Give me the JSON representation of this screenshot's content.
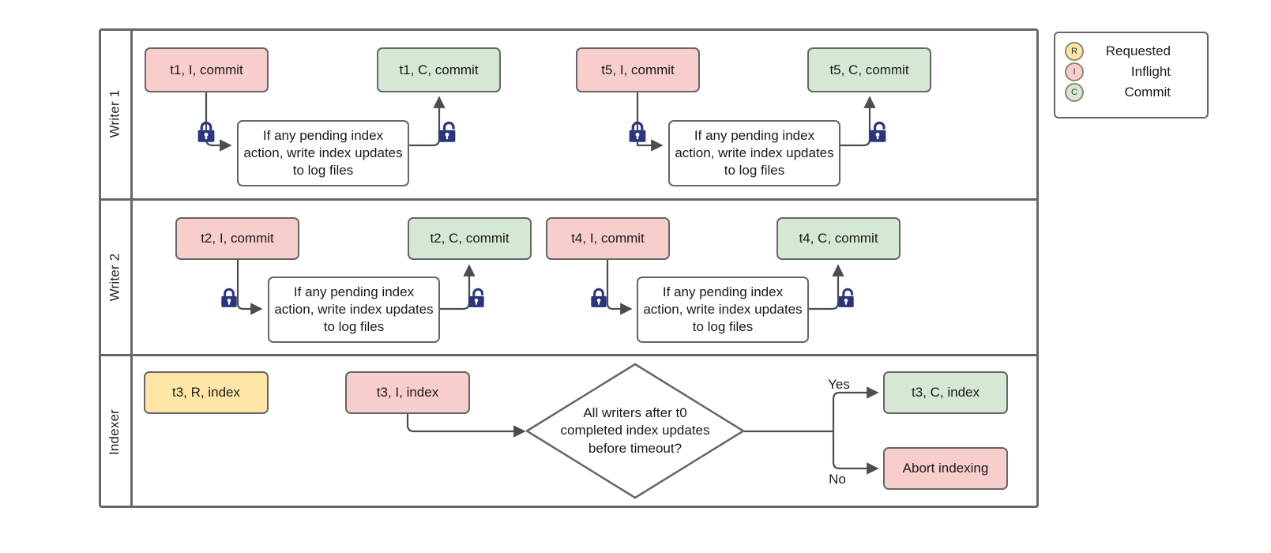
{
  "diagram": {
    "title": "Writer / Indexer swimlane flow",
    "colors": {
      "inflight": "#f8cecc",
      "commit": "#d5e8d4",
      "requested": "#ffe6a6",
      "stroke": "#666666",
      "edge": "#4d4d4d",
      "lock": "#2a3580",
      "background": "#ffffff"
    }
  },
  "lanes": [
    {
      "id": "writer1",
      "label": "Writer 1"
    },
    {
      "id": "writer2",
      "label": "Writer 2"
    },
    {
      "id": "indexer",
      "label": "Indexer"
    }
  ],
  "writer1": {
    "t1_inflight": "t1, I, commit",
    "t1_commit": "t1, C, commit",
    "t1_task": "If any pending index action, write index updates to log files",
    "t5_inflight": "t5, I, commit",
    "t5_commit": "t5, C, commit",
    "t5_task": "If any pending index action, write index updates to log files",
    "lock_closed_1": "lock-closed-icon",
    "lock_open_1": "lock-open-icon",
    "lock_closed_2": "lock-closed-icon",
    "lock_open_2": "lock-open-icon"
  },
  "writer2": {
    "t2_inflight": "t2, I, commit",
    "t2_commit": "t2, C, commit",
    "t2_task": "If any pending index action, write index updates to log files",
    "t4_inflight": "t4, I, commit",
    "t4_commit": "t4, C, commit",
    "t4_task": "If any pending index action, write index updates to log files",
    "lock_closed_1": "lock-closed-icon",
    "lock_open_1": "lock-open-icon",
    "lock_closed_2": "lock-closed-icon",
    "lock_open_2": "lock-open-icon"
  },
  "indexer": {
    "t3_requested": "t3, R, index",
    "t3_inflight": "t3, I, index",
    "decision": "All writers after t0 completed index updates before timeout?",
    "decision_line1": "All writers after t0",
    "decision_line2": "completed index updates",
    "decision_line3": "before timeout?",
    "yes_label": "Yes",
    "no_label": "No",
    "t3_commit": "t3, C, index",
    "abort": "Abort indexing"
  },
  "legend": {
    "items": [
      {
        "badge": "R",
        "label": "Requested",
        "color": "#ffe6a6"
      },
      {
        "badge": "I",
        "label": "Inflight",
        "color": "#f8cecc"
      },
      {
        "badge": "C",
        "label": "Commit",
        "color": "#d5e8d4"
      }
    ]
  }
}
